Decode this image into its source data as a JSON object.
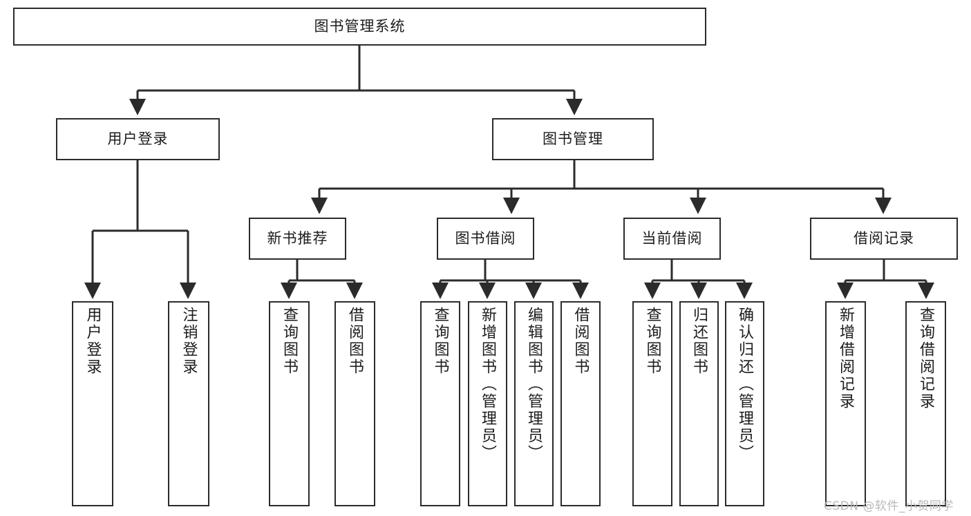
{
  "diagram": {
    "type": "tree-hierarchy-chart",
    "title": "图书管理系统",
    "stroke_color": "#2b2b2b",
    "fill_color": "#ffffff",
    "text_color": "#1c1c1c",
    "levels": [
      {
        "level": 1,
        "nodes": [
          {
            "id": "root",
            "label": "图书管理系统"
          }
        ]
      },
      {
        "level": 2,
        "nodes": [
          {
            "id": "login",
            "label": "用户登录",
            "parent": "root"
          },
          {
            "id": "bookmgmt",
            "label": "图书管理",
            "parent": "root"
          }
        ]
      },
      {
        "level": 3,
        "nodes": [
          {
            "id": "newbook",
            "label": "新书推荐",
            "parent": "bookmgmt"
          },
          {
            "id": "borrow",
            "label": "图书借阅",
            "parent": "bookmgmt"
          },
          {
            "id": "current",
            "label": "当前借阅",
            "parent": "bookmgmt"
          },
          {
            "id": "record",
            "label": "借阅记录",
            "parent": "bookmgmt"
          }
        ]
      },
      {
        "level": 4,
        "nodes": [
          {
            "id": "leaf1",
            "label": "用户登录",
            "parent": "login"
          },
          {
            "id": "leaf2",
            "label": "注销登录",
            "parent": "login"
          },
          {
            "id": "leaf3",
            "label": "查询图书",
            "parent": "newbook"
          },
          {
            "id": "leaf4",
            "label": "借阅图书",
            "parent": "newbook"
          },
          {
            "id": "leaf5",
            "label": "查询图书",
            "parent": "borrow"
          },
          {
            "id": "leaf6",
            "label": "新增图书（管理员）",
            "parent": "borrow"
          },
          {
            "id": "leaf7",
            "label": "编辑图书（管理员）",
            "parent": "borrow"
          },
          {
            "id": "leaf8",
            "label": "借阅图书",
            "parent": "borrow"
          },
          {
            "id": "leaf9",
            "label": "查询图书",
            "parent": "current"
          },
          {
            "id": "leaf10",
            "label": "归还图书",
            "parent": "current"
          },
          {
            "id": "leaf11",
            "label": "确认归还（管理员）",
            "parent": "current"
          },
          {
            "id": "leaf12",
            "label": "新增借阅记录",
            "parent": "record"
          },
          {
            "id": "leaf13",
            "label": "查询借阅记录",
            "parent": "record"
          }
        ]
      }
    ]
  },
  "watermark": {
    "text": "CSDN @软件_小贺同学",
    "color": "#b9b9b9"
  }
}
